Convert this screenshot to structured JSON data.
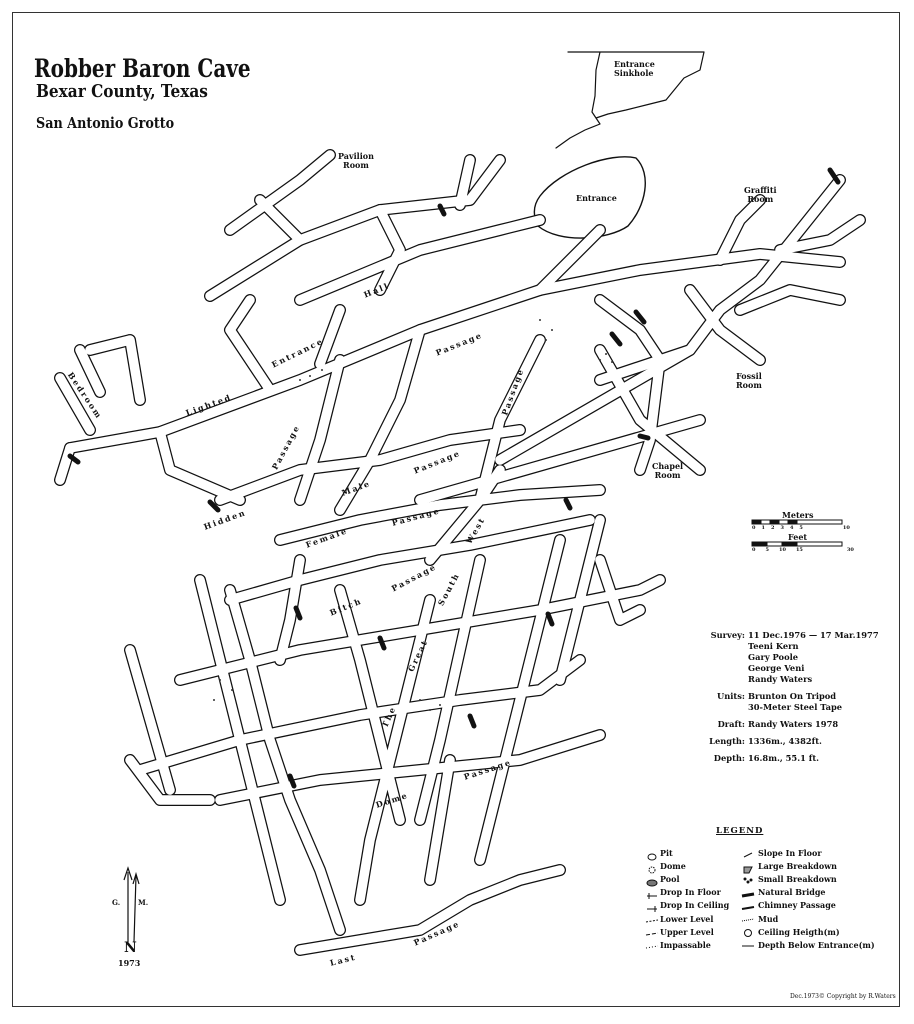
{
  "map": {
    "title": "Robber Baron Cave",
    "subtitle": "Bexar County, Texas",
    "organization": "San Antonio Grotto",
    "features": {
      "entrance_sinkhole": "Entrance\nSinkhole",
      "entrance": "Entrance",
      "pavilion_room": "Pavilion\nRoom",
      "graffiti_room": "Graffiti\nRoom",
      "fossil_room": "Fossil\nRoom",
      "chapel_room": "Chapel\nRoom"
    },
    "passages": {
      "bedroom": "Bedroom",
      "lighted": "Lighted",
      "entrance": "Entrance",
      "hall": "Hall",
      "passage_hall": "Passage",
      "passage_east": "Passage",
      "hidden": "Hidden",
      "passage_hidden": "Passage",
      "male": "Male",
      "passage_male": "Passage",
      "female": "Female",
      "passage_female": "Passage",
      "west": "West",
      "south": "South",
      "great": "Great",
      "the": "The",
      "bitch": "Bitch",
      "passage_bitch": "Passage",
      "dome": "Dome",
      "passage_dome": "Passage",
      "last": "Last",
      "passage_last": "Passage"
    }
  },
  "scale": {
    "meters_label": "Meters",
    "meters_ticks": [
      "0",
      "1",
      "2",
      "3",
      "4",
      "5",
      "10"
    ],
    "feet_label": "Feet",
    "feet_ticks": [
      "0",
      "5",
      "10",
      "15",
      "30"
    ]
  },
  "survey_info": {
    "survey_key": "Survey:",
    "survey_dates": "11 Dec.1976 — 17 Mar.1977",
    "surveyors": [
      "Teeni Kern",
      "Gary Poole",
      "George Veni",
      "Randy Waters"
    ],
    "units_key": "Units:",
    "units": [
      "Brunton On Tripod",
      "30-Meter Steel Tape"
    ],
    "draft_key": "Draft:",
    "draft": "Randy Waters 1978",
    "length_key": "Length:",
    "length": "1336m., 4382ft.",
    "depth_key": "Depth:",
    "depth": "16.8m., 55.1 ft."
  },
  "legend": {
    "title": "LEGEND",
    "left_items": [
      "Pit",
      "Dome",
      "Pool",
      "Drop In Floor",
      "Drop In Ceiling",
      "Lower Level",
      "Upper Level",
      "Impassable"
    ],
    "right_items": [
      "Slope In Floor",
      "Large Breakdown",
      "Small Breakdown",
      "Natural Bridge",
      "Chimney Passage",
      "Mud",
      "Ceiling Heigth(m)",
      "Depth Below Entrance(m)"
    ]
  },
  "north_arrow": {
    "g": "G.",
    "m": "M.",
    "n": "N",
    "year": "1973"
  },
  "copyright": "Dec.1973© Copyright by R.Waters"
}
